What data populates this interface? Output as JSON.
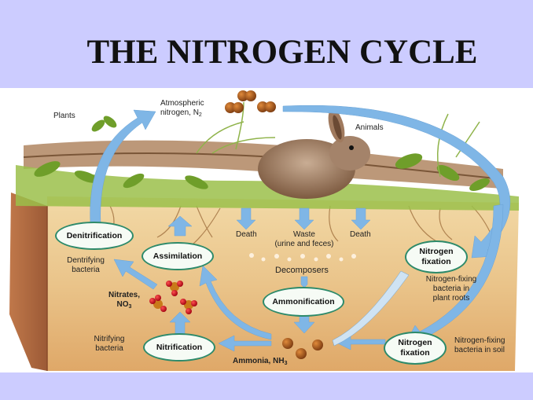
{
  "title": "THE NITROGEN CYCLE",
  "labels": {
    "plants": "Plants",
    "atmospheric_line1": "Atmospheric",
    "atmospheric_line2": "nitrogen, N",
    "atmospheric_sub": "2",
    "animals": "Animals",
    "death_left": "Death",
    "waste_line1": "Waste",
    "waste_line2": "(urine and feces)",
    "death_right": "Death",
    "decomposers": "Decomposers",
    "denitrifying_line1": "Dentrifying",
    "denitrifying_line2": "bacteria",
    "nitrates_line1": "Nitrates,",
    "nitrates_line2": "NO",
    "nitrates_sub": "3",
    "nitrifying_line1": "Nitrifying",
    "nitrifying_line2": "bacteria",
    "ammonia": "Ammonia, NH",
    "ammonia_sub": "3",
    "nfix_roots_line1": "Nitrogen-fixing",
    "nfix_roots_line2": "bacteria in",
    "nfix_roots_line3": "plant roots",
    "nfix_soil_line1": "Nitrogen-fixing",
    "nfix_soil_line2": "bacteria in soil"
  },
  "processes": {
    "denitrification": "Denitrification",
    "assimilation": "Assimilation",
    "ammonification": "Ammonification",
    "nitrification": "Nitrification",
    "nitrogen_fixation_upper_line1": "Nitrogen",
    "nitrogen_fixation_upper_line2": "fixation",
    "nitrogen_fixation_lower_line1": "Nitrogen",
    "nitrogen_fixation_lower_line2": "fixation"
  },
  "colors": {
    "band": "#ccccff",
    "arrow": "#7fb6e6",
    "oval_border": "#2d8a6a",
    "soil": "#e9c48a",
    "soil_edge": "#b0673c"
  }
}
